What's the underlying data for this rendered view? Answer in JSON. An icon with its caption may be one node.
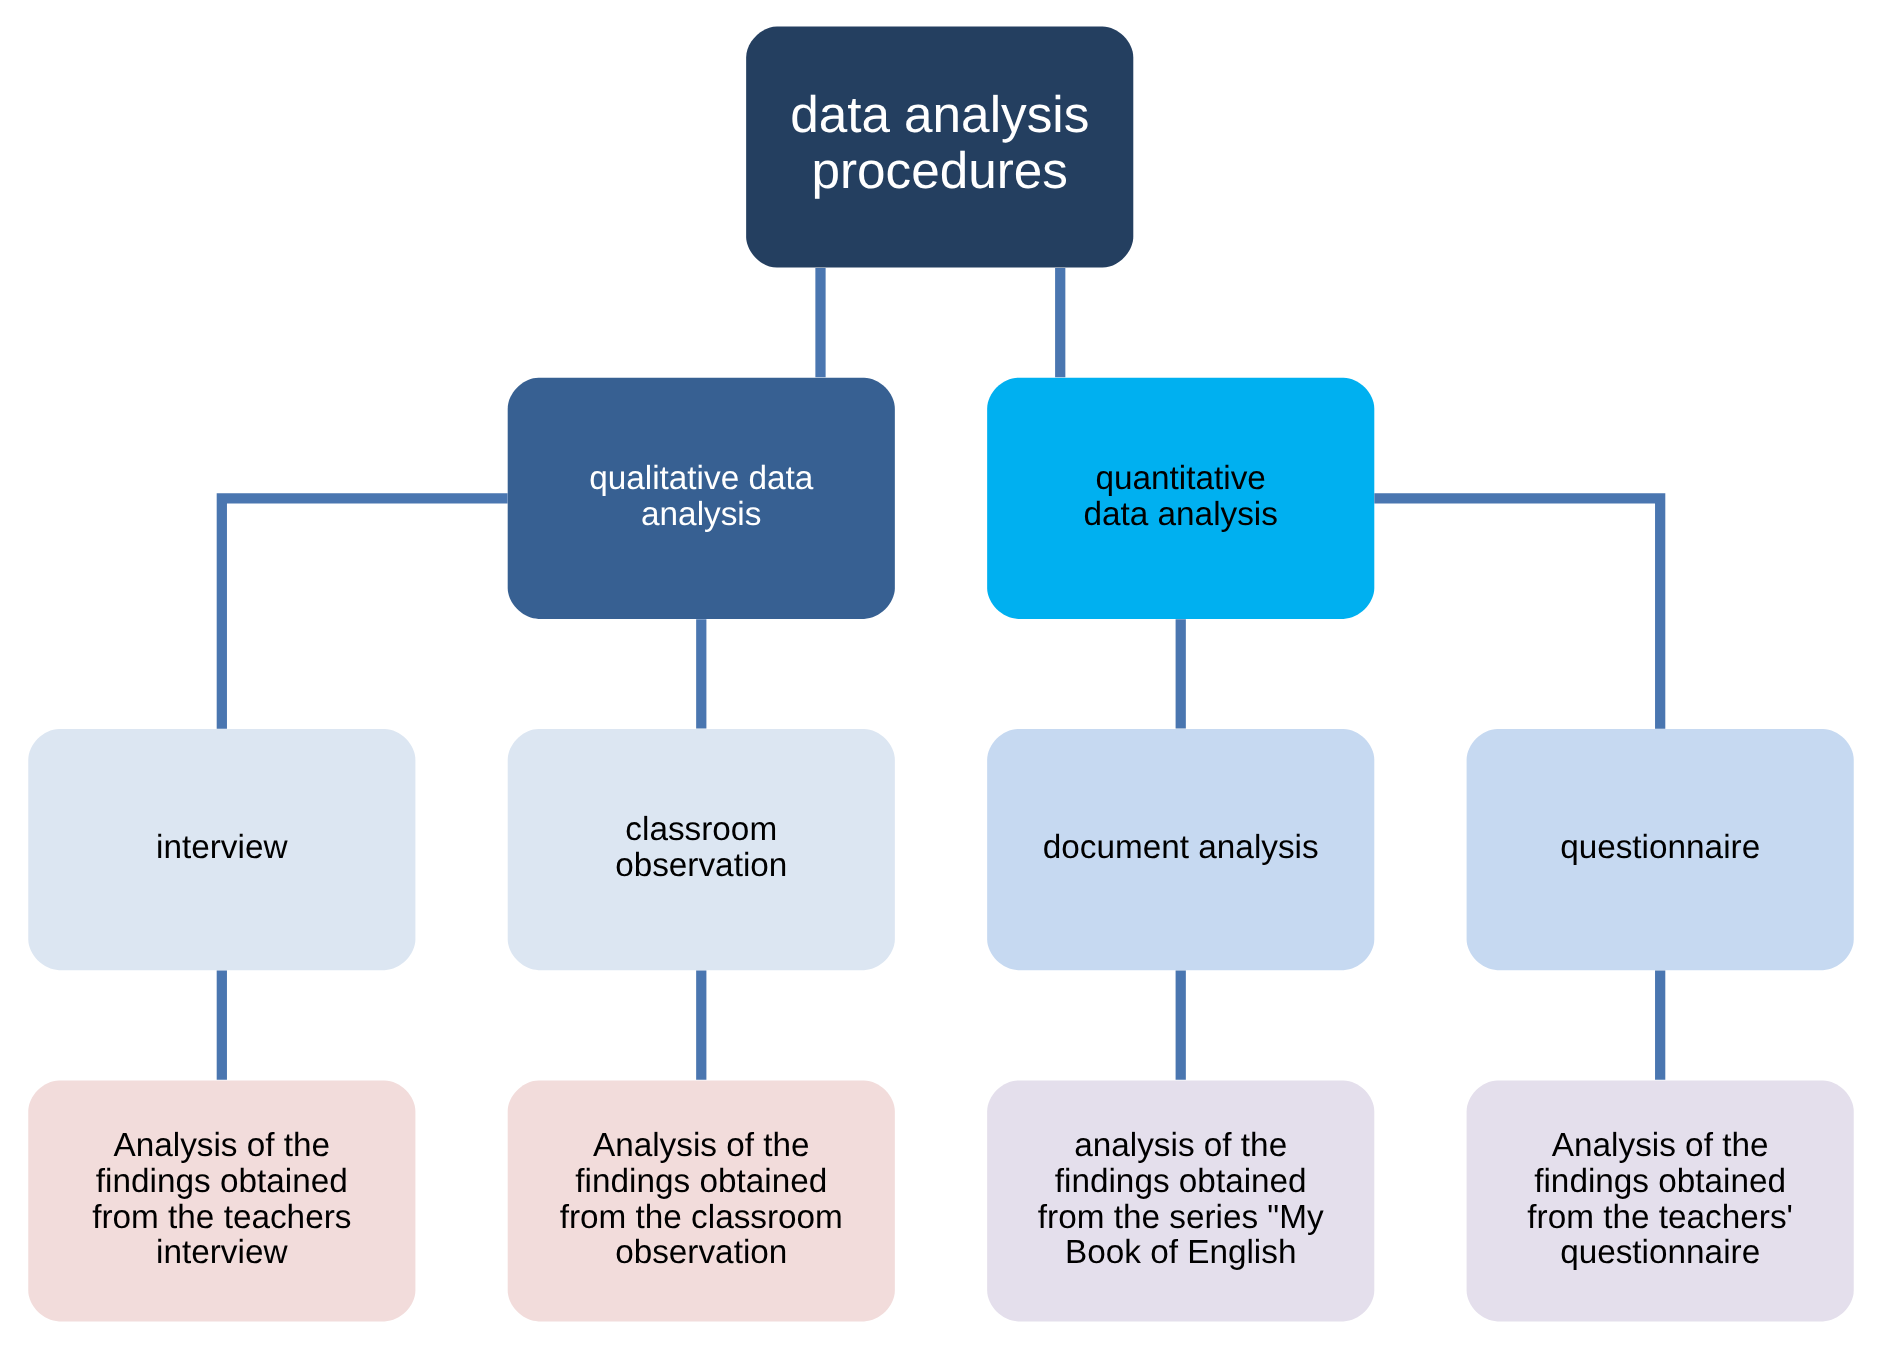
{
  "diagram": {
    "nodes": [
      {
        "text": [
          "data analysis procedures"
        ]
      },
      {
        "text": [
          "qualitative data analysis"
        ]
      },
      {
        "text": [
          "quantitative data analysis"
        ]
      },
      {
        "text": [
          "interview"
        ]
      },
      {
        "text": [
          "classroom observation"
        ]
      },
      {
        "text": [
          "document analysis"
        ]
      },
      {
        "text": [
          "questionnaire"
        ]
      },
      {
        "text": [
          "Analysis of the findings obtained from the teachers interview"
        ]
      },
      {
        "text": [
          "Analysis of the findings obtained from the classroom observation"
        ]
      },
      {
        "text": [
          "analysis of the findings obtained from the series \"My Book of English"
        ]
      },
      {
        "text": [
          "Analysis of the findings obtained from the teachers' questionnaire"
        ]
      }
    ],
    "edges": [
      {
        "from": 0,
        "to": 1,
        "arrow": "none"
      },
      {
        "from": 0,
        "to": 2,
        "arrow": "none"
      },
      {
        "from": 1,
        "to": 3,
        "arrow": "none"
      },
      {
        "from": 1,
        "to": 4,
        "arrow": "none"
      },
      {
        "from": 2,
        "to": 5,
        "arrow": "none"
      },
      {
        "from": 2,
        "to": 6,
        "arrow": "none"
      },
      {
        "from": 3,
        "to": 7,
        "arrow": "none"
      },
      {
        "from": 4,
        "to": 8,
        "arrow": "none"
      },
      {
        "from": 5,
        "to": 9,
        "arrow": "none"
      },
      {
        "from": 6,
        "to": 10,
        "arrow": "none"
      }
    ]
  }
}
